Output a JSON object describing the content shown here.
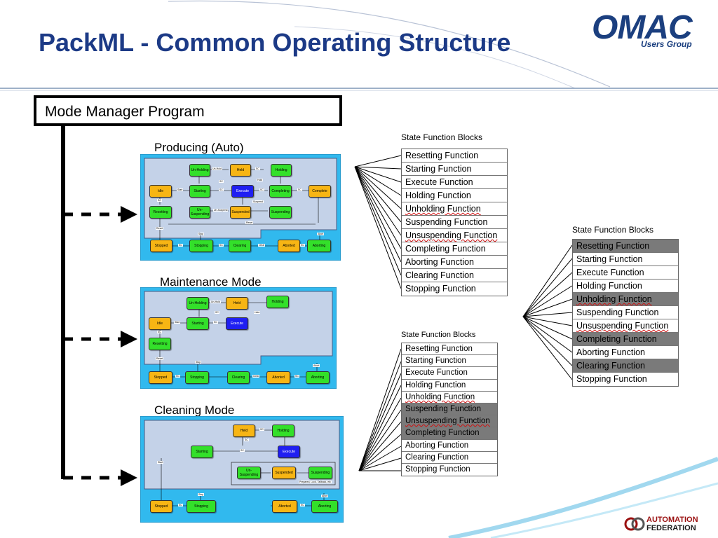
{
  "title": "PackML - Common Operating Structure",
  "logos": {
    "omac_word": "OMAC",
    "omac_sub": "Users Group",
    "af_line1": "AUTOMATION",
    "af_line2": "FEDERATION"
  },
  "mode_manager_label": "Mode Manager Program",
  "diagrams": [
    {
      "label": "Producing (Auto)",
      "states": [
        "Un-Holding",
        "Held",
        "Holding",
        "Idle",
        "Starting",
        "Execute",
        "Completing",
        "Complete",
        "Resetting",
        "Un-Suspending",
        "Suspended",
        "Suspending",
        "Stopped",
        "Stopping",
        "Clearing",
        "Aborted",
        "Aborting"
      ],
      "transitions": [
        "Un-Hold",
        "SC",
        "Hold",
        "Start",
        "SC",
        "SC",
        "SC",
        "SC",
        "SC",
        "Un-Suspend",
        "Suspend",
        "Reset",
        "Reset",
        "Stop",
        "SC",
        "SC",
        "Clear",
        "SC",
        "Abort"
      ]
    },
    {
      "label": "Maintenance Mode",
      "states": [
        "Un-Holding",
        "Held",
        "Holding",
        "Idle",
        "Starting",
        "Execute",
        "Resetting",
        "Stopped",
        "Stopping",
        "Clearing",
        "Aborted",
        "Aborting"
      ],
      "transitions": [
        "Un-Hold",
        "SC",
        "Hold",
        "Start",
        "SC",
        "SC",
        "Reset",
        "Stop",
        "SC",
        "Clear",
        "SC",
        "Abort"
      ]
    },
    {
      "label": "Cleaning Mode",
      "states": [
        "Held",
        "Holding",
        "Starting",
        "Execute",
        "Un-Suspending",
        "Suspended",
        "Suspending",
        "Stopped",
        "Stopping",
        "Aborted",
        "Aborting"
      ],
      "transitions": [
        "SC",
        "SC",
        "SC",
        "Start",
        "Stop",
        "SC",
        "SC",
        "Abort"
      ],
      "note": "Prepared, Lock, Tailback, etc"
    }
  ],
  "state_function_blocks": [
    {
      "title": "State Function Blocks",
      "items": [
        "Resetting Function",
        "Starting Function",
        "Execute Function",
        "Holding Function",
        "Unholding Function",
        "Suspending Function",
        "Unsuspending Function",
        "Completing Function",
        "Aborting Function",
        "Clearing Function",
        "Stopping Function"
      ],
      "grayed": []
    },
    {
      "title": "State Function Blocks",
      "items": [
        "Resetting Function",
        "Starting Function",
        "Execute Function",
        "Holding Function",
        "Unholding Function",
        "Suspending Function",
        "Unsuspending Function",
        "Completing Function",
        "Aborting Function",
        "Clearing Function",
        "Stopping Function"
      ],
      "grayed": [
        0,
        4,
        7,
        9
      ]
    },
    {
      "title": "State Function Blocks",
      "items": [
        "Resetting Function",
        "Starting Function",
        "Execute Function",
        "Holding Function",
        "Unholding Function",
        "Suspending Function",
        "Unsuspending Function",
        "Completing Function",
        "Aborting Function",
        "Clearing Function",
        "Stopping Function"
      ],
      "grayed": [
        5,
        6,
        7
      ]
    }
  ],
  "colors": {
    "title": "#1c3a86",
    "panel": "#31b9ee",
    "inner_panel": "#c4d2e8",
    "state_green": "#33e02a",
    "state_yellow": "#f7b514",
    "state_blue": "#1f1ff2",
    "grayed_block": "#7a7a7a"
  }
}
